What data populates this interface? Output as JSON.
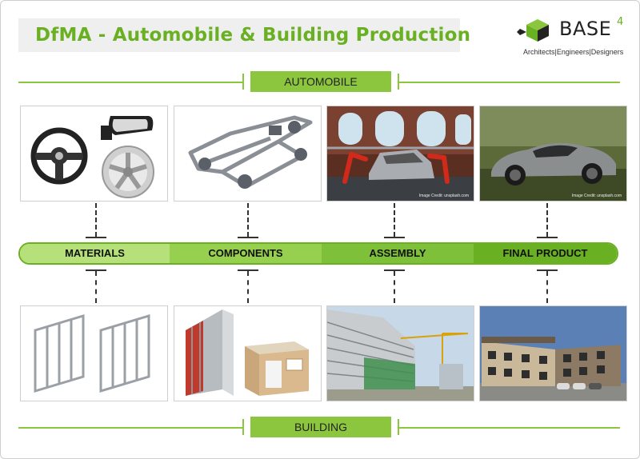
{
  "title": "DfMA - Automobile & Building Production",
  "logo": {
    "name": "BASE",
    "superscript": "4",
    "tagline": "Architects|Engineers|Designers"
  },
  "sections": {
    "top": "AUTOMOBILE",
    "bottom": "BUILDING"
  },
  "stages": [
    "MATERIALS",
    "COMPONENTS",
    "ASSEMBLY",
    "FINAL PRODUCT"
  ],
  "image_credits": {
    "assembly": "Image Credit: unsplash.com",
    "final_product": "Image Credit: unsplash.com"
  },
  "colors": {
    "accent_green": "#8cc63f",
    "title_green": "#6ab023",
    "stage_fills": [
      "#b5e07a",
      "#97cf4f",
      "#7fc03a",
      "#6ab023"
    ]
  }
}
